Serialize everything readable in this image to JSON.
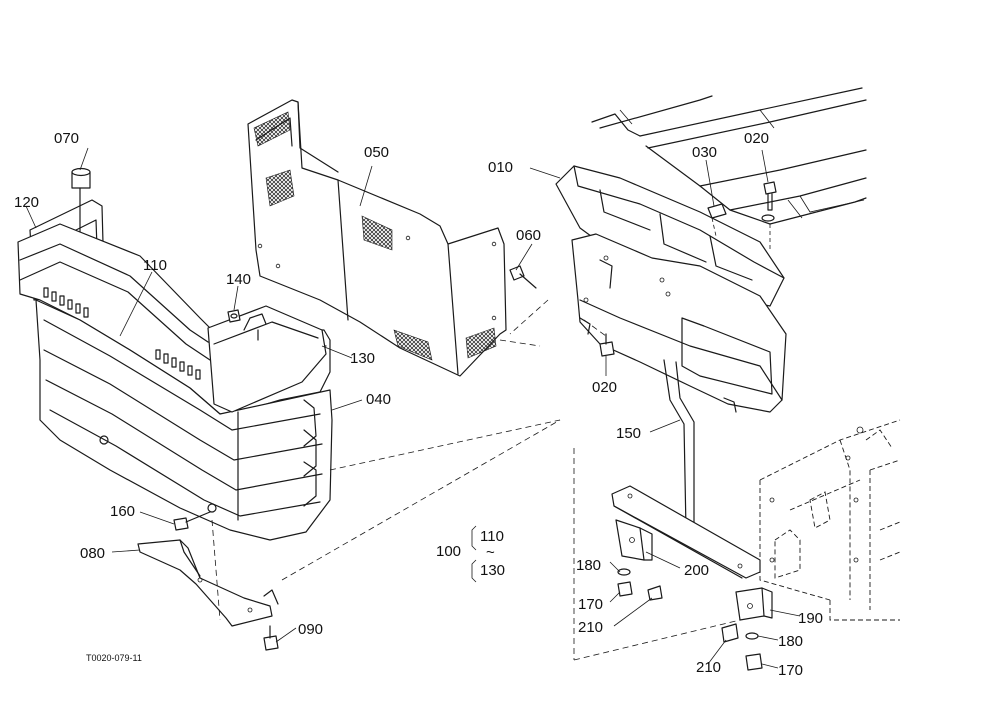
{
  "diagram": {
    "reference_code": "T0020-079-11",
    "part_labels": {
      "p010": "010",
      "p020a": "020",
      "p020b": "020",
      "p030": "030",
      "p040": "040",
      "p050": "050",
      "p060": "060",
      "p070": "070",
      "p080": "080",
      "p090": "090",
      "p110": "110",
      "p120": "120",
      "p130": "130",
      "p140": "140",
      "p150": "150",
      "p160": "160",
      "p170a": "170",
      "p170b": "170",
      "p180a": "180",
      "p180b": "180",
      "p190": "190",
      "p200": "200",
      "p210a": "210",
      "p210b": "210"
    },
    "assembly_group": {
      "label": "100",
      "range_from": "110",
      "range_sep": "~",
      "range_to": "130"
    }
  }
}
